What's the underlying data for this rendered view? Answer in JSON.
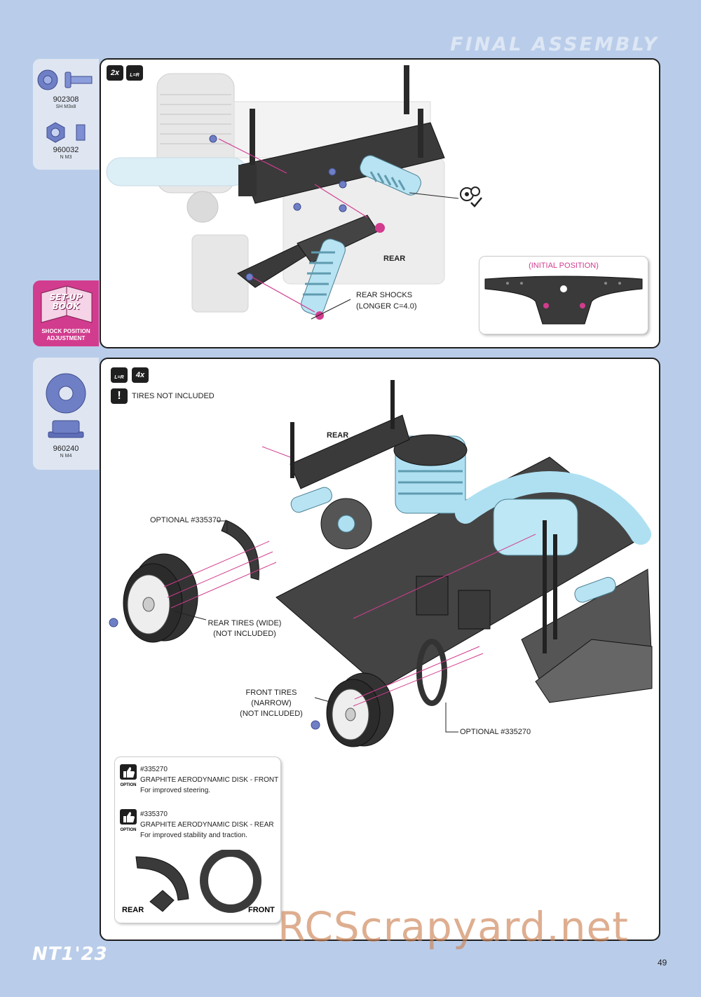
{
  "header": {
    "title": "FINAL ASSEMBLY"
  },
  "step1": {
    "badges": {
      "quantity": "2x",
      "mirror": "L=R"
    },
    "parts": [
      {
        "code": "902308",
        "name": "SH M3x8"
      },
      {
        "code": "960032",
        "name": "N M3"
      }
    ],
    "setup_book": {
      "logo_line1": "SET-UP",
      "logo_line2": "BOOK",
      "caption": "SHOCK POSITION ADJUSTMENT"
    },
    "labels": {
      "rear": "REAR",
      "shock_line1": "REAR SHOCKS",
      "shock_line2": "(LONGER C=4.0)"
    },
    "inset_title": "(INITIAL POSITION)"
  },
  "step2": {
    "badges": {
      "mirror": "L=R",
      "quantity": "4x"
    },
    "warning": "TIRES NOT INCLUDED",
    "parts": [
      {
        "code": "960240",
        "name": "N M4"
      }
    ],
    "labels": {
      "rear": "REAR",
      "optional_rear": "OPTIONAL #335370",
      "rear_tires_line1": "REAR TIRES (WIDE)",
      "rear_tires_line2": "(NOT INCLUDED)",
      "front_tires_line1": "FRONT TIRES (NARROW)",
      "front_tires_line2": "(NOT INCLUDED)",
      "optional_front": "OPTIONAL #335270"
    },
    "options": [
      {
        "tag": "OPTION",
        "code": "#335270",
        "title": "GRAPHITE AERODYNAMIC DISK - FRONT",
        "desc": "For improved steering."
      },
      {
        "tag": "OPTION",
        "code": "#335370",
        "title": "GRAPHITE AERODYNAMIC DISK - REAR",
        "desc": "For improved stability and traction."
      }
    ],
    "disk_labels": {
      "rear": "REAR",
      "front": "FRONT"
    }
  },
  "footer": {
    "brand": "NT1'23",
    "page": "49",
    "watermark": "RCScrapyard.net"
  },
  "colors": {
    "background": "#b9cdea",
    "accent": "#d23c8e",
    "hardware": "#6f7fc6",
    "chassis_blue": "#aee0f2",
    "carbon": "#3a3a3a"
  },
  "icons": [
    "bolt-icon",
    "nut-icon",
    "washer-icon",
    "flange-nut-icon",
    "warning-icon",
    "thumbs-up-icon",
    "mirror-icon",
    "check-icon"
  ]
}
